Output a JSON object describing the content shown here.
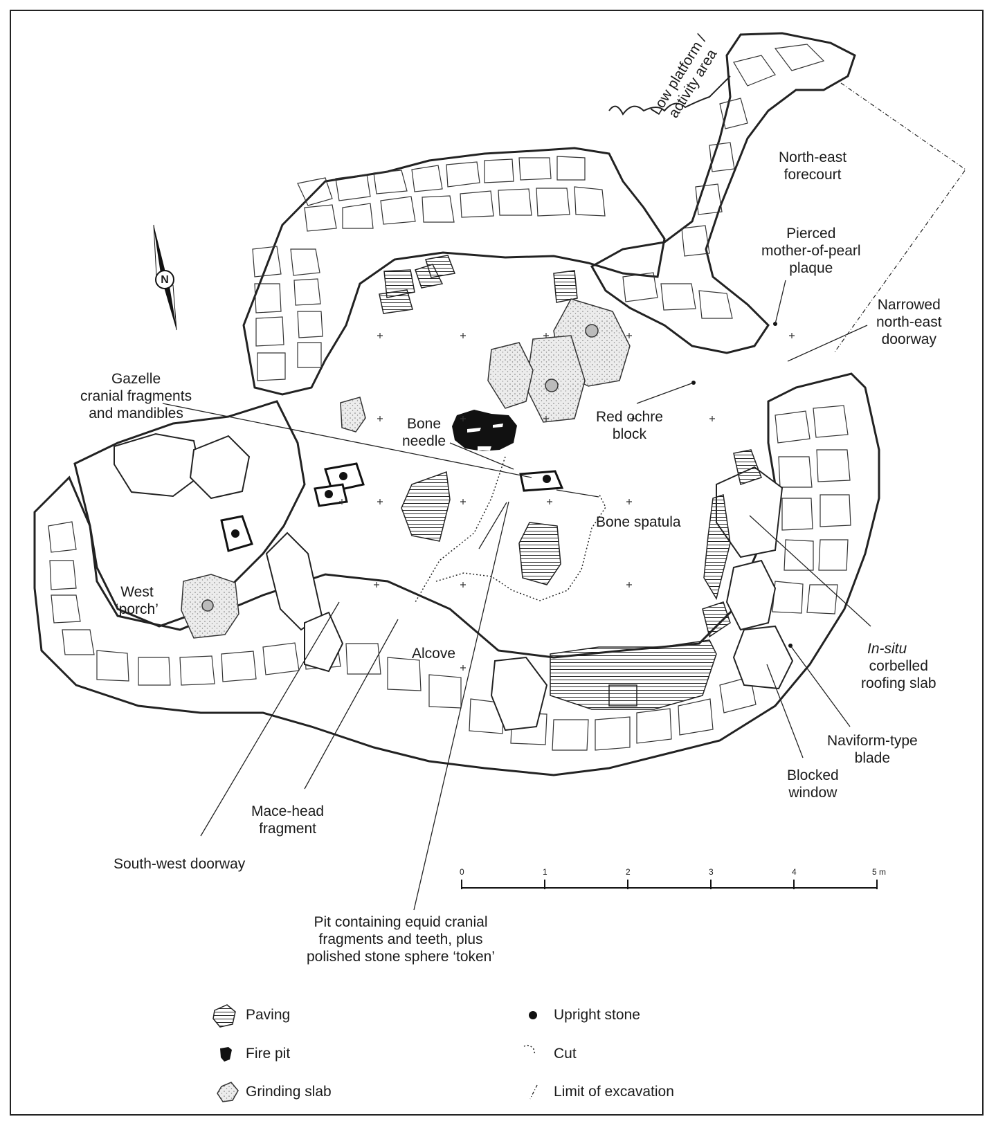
{
  "labels": {
    "low_platform": "Low platform /\nactivity area",
    "north_east_forecourt": "North-east\nforecourt",
    "pierced_plaque": "Pierced\nmother-of-pearl\nplaque",
    "narrowed_doorway": "Narrowed\nnorth-east\ndoorway",
    "gazelle": "Gazelle\ncranial fragments\nand mandibles",
    "bone_needle": "Bone\nneedle",
    "red_ochre": "Red ochre\nblock",
    "bone_spatula": "Bone spatula",
    "west_porch": "West\n‘porch’",
    "alcove": "Alcove",
    "in_situ_italic": "In-situ",
    "in_situ_rest": "corbelled\nroofing slab",
    "naviform": "Naviform-type\nblade",
    "blocked_window": "Blocked\nwindow",
    "mace_head": "Mace-head\nfragment",
    "south_west_doorway": "South-west doorway",
    "pit": "Pit containing equid cranial\nfragments and teeth, plus\npolished stone sphere ‘token’"
  },
  "north_arrow": {
    "letter": "N"
  },
  "scale_bar": {
    "ticks": [
      "0",
      "1",
      "2",
      "3",
      "4",
      "5 m"
    ]
  },
  "legend": [
    {
      "symbol": "paving-swatch",
      "label": "Paving"
    },
    {
      "symbol": "upright-stone-dot",
      "label": "Upright stone"
    },
    {
      "symbol": "fire-pit-swatch",
      "label": "Fire pit"
    },
    {
      "symbol": "cut-line",
      "label": "Cut"
    },
    {
      "symbol": "grinding-slab-swatch",
      "label": "Grinding slab"
    },
    {
      "symbol": "limit-line",
      "label": "Limit of excavation"
    }
  ],
  "colors": {
    "ink": "#1a1a1a",
    "paper": "#ffffff"
  }
}
